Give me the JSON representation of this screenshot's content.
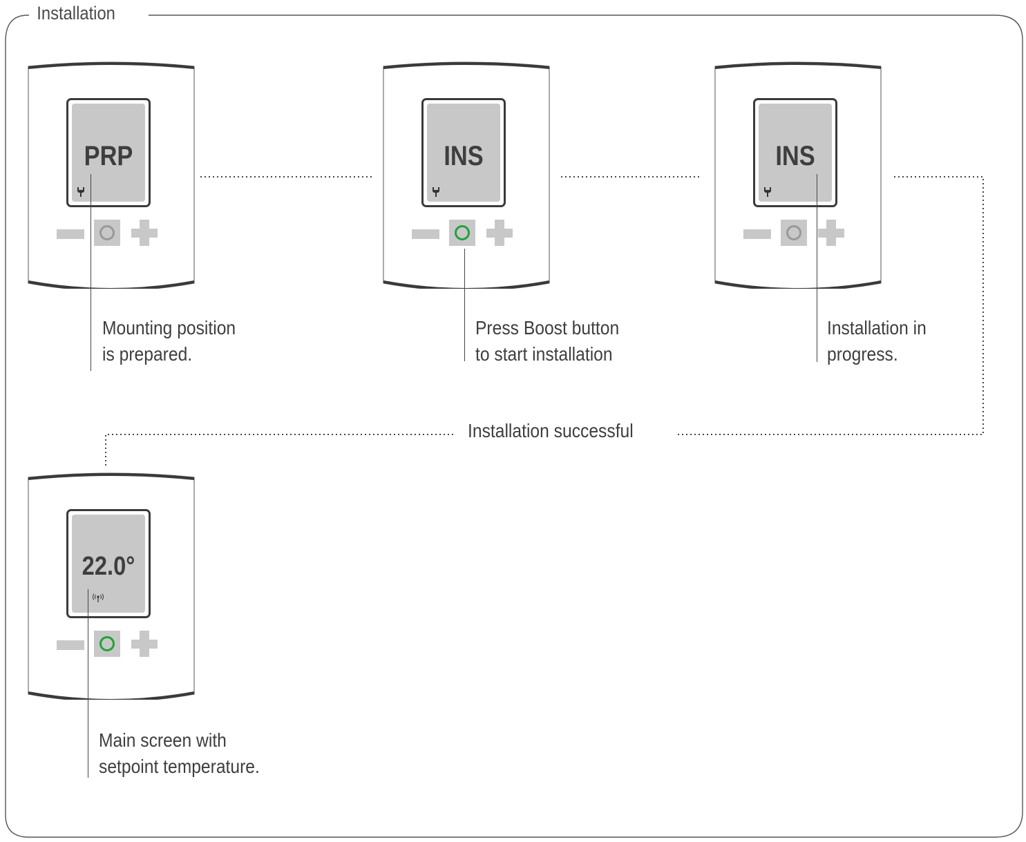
{
  "frame": {
    "title": "Installation"
  },
  "steps": [
    {
      "screen_text": "PRP",
      "status_icon": "wrench-icon",
      "boost_active": false,
      "caption_line1": "Mounting position",
      "caption_line2": "is prepared."
    },
    {
      "screen_text": "INS",
      "status_icon": "wrench-icon",
      "boost_active": true,
      "caption_line1": "Press Boost button",
      "caption_line2": "to start installation"
    },
    {
      "screen_text": "INS",
      "status_icon": "wrench-icon",
      "boost_active": false,
      "caption_line1": "Installation in",
      "caption_line2": "progress."
    },
    {
      "screen_text": "22.0°",
      "status_icon": "antenna-icon",
      "boost_active": true,
      "caption_line1": "Main screen with",
      "caption_line2": "setpoint temperature."
    }
  ],
  "transition": {
    "label": "Installation successful"
  },
  "colors": {
    "boost_active": "#1fa33a",
    "boost_idle": "#999999",
    "screen": "#c8c8c8",
    "outline": "#3a3a3a"
  }
}
